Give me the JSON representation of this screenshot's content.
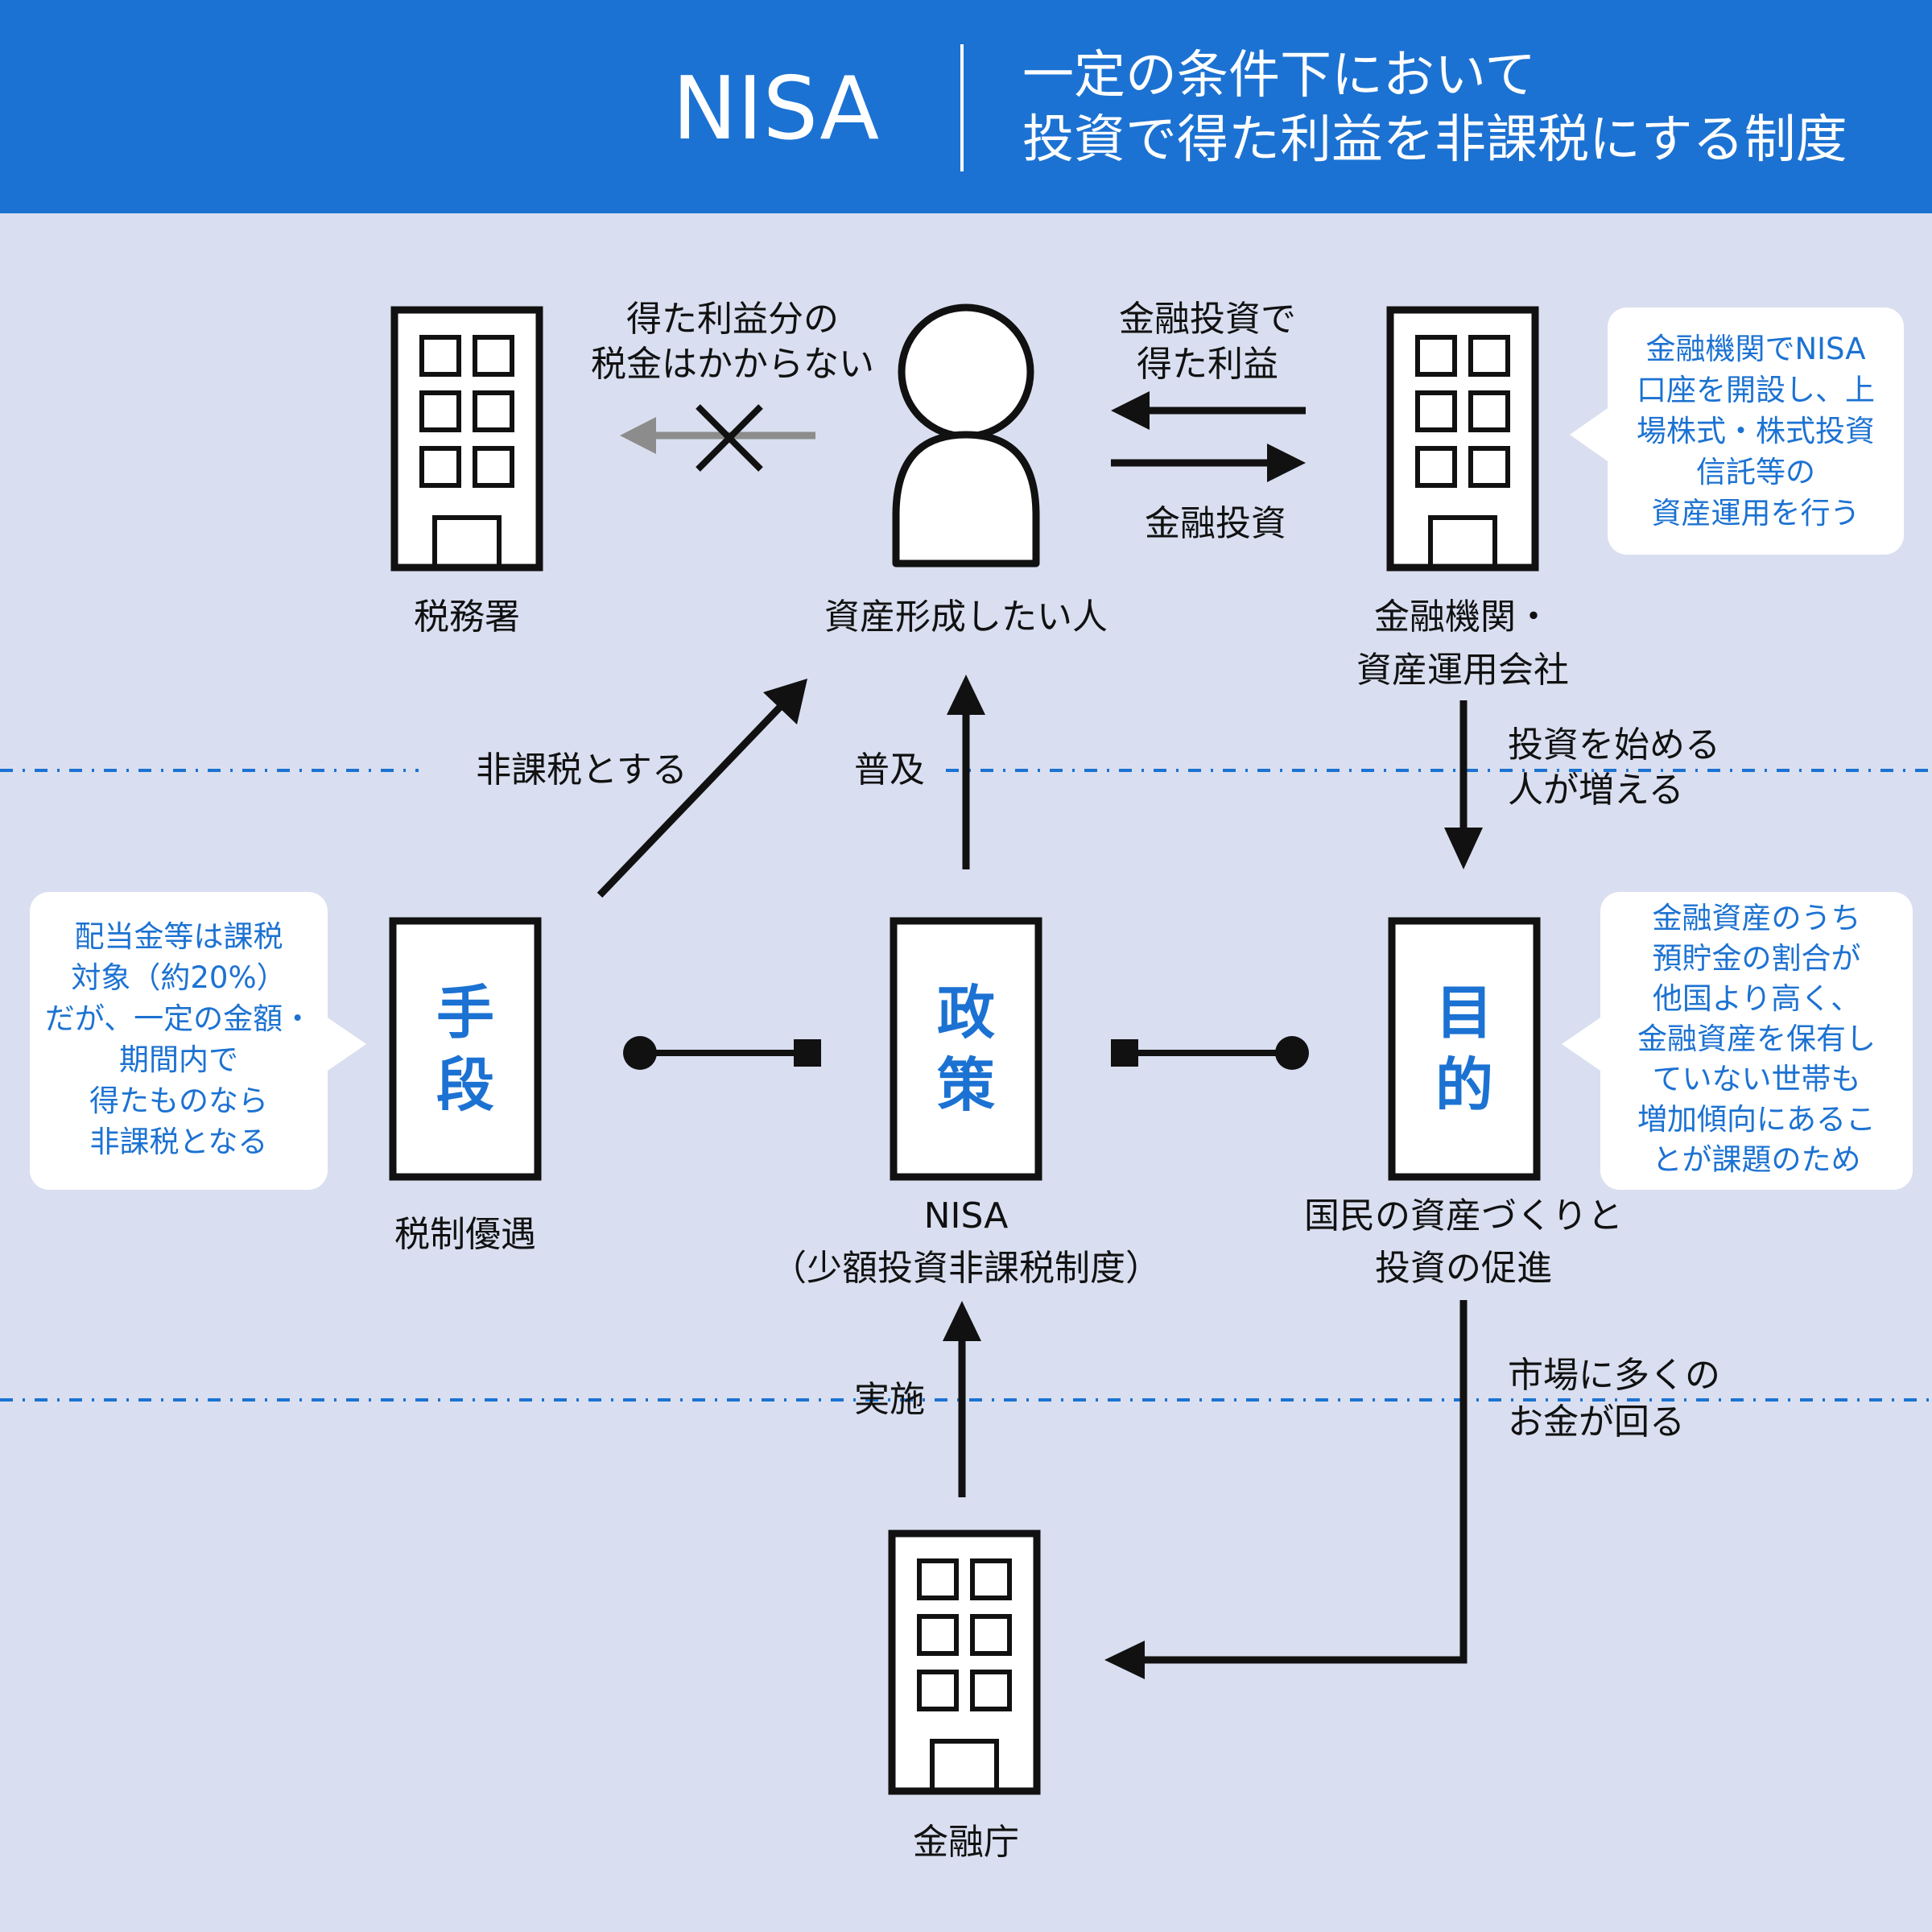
{
  "header": {
    "title": "NISA",
    "subtitle_line1": "一定の条件下において",
    "subtitle_line2": "投資で得た利益を非課税にする制度"
  },
  "colors": {
    "accent": "#1c72d2",
    "background": "#d9dff0",
    "line": "#111111",
    "muted_arrow": "#8c8c8c"
  },
  "nodes": {
    "tax_office": "税務署",
    "person": "資産形成したい人",
    "financial_institution_line1": "金融機関・",
    "financial_institution_line2": "資産運用会社",
    "fsa": "金融庁"
  },
  "boxes": {
    "means": {
      "char1": "手",
      "char2": "段",
      "label": "税制優遇"
    },
    "policy": {
      "char1": "政",
      "char2": "策",
      "label_line1": "NISA",
      "label_line2": "（少額投資非課税制度）"
    },
    "purpose": {
      "char1": "目",
      "char2": "的",
      "label_line1": "国民の資産づくりと",
      "label_line2": "投資の促進"
    }
  },
  "arrows": {
    "no_tax_line1": "得た利益分の",
    "no_tax_line2": "税金はかからない",
    "profit_line1": "金融投資で",
    "profit_line2": "得た利益",
    "investment": "金融投資",
    "tax_exempt": "非課税とする",
    "spread": "普及",
    "more_investors_line1": "投資を始める",
    "more_investors_line2": "人が増える",
    "implement": "実施",
    "market_money_line1": "市場に多くの",
    "market_money_line2": "お金が回る"
  },
  "bubbles": {
    "institution": [
      "金融機関でNISA",
      "口座を開設し、上",
      "場株式・株式投資",
      "信託等の",
      "資産運用を行う"
    ],
    "means": [
      "配当金等は課税",
      "対象（約20%）",
      "だが、一定の金額・",
      "期間内で",
      "得たものなら",
      "非課税となる"
    ],
    "purpose": [
      "金融資産のうち",
      "預貯金の割合が",
      "他国より高く、",
      "金融資産を保有し",
      "ていない世帯も",
      "増加傾向にあるこ",
      "とが課題のため"
    ]
  }
}
